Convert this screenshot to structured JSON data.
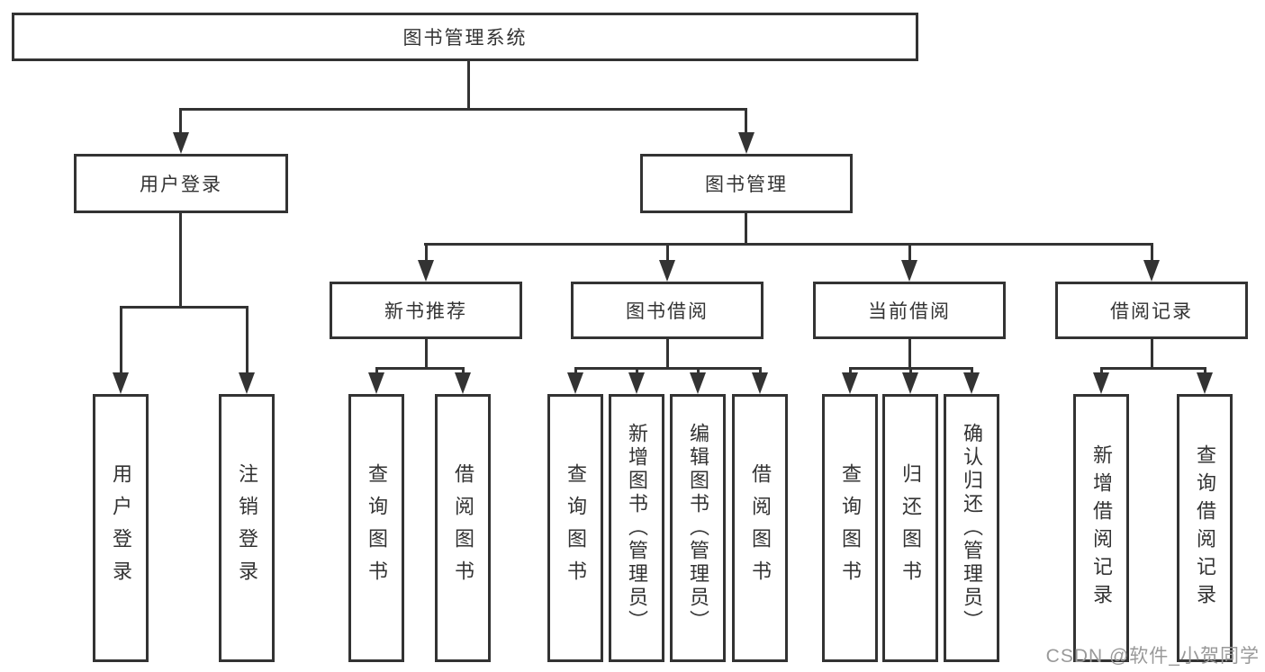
{
  "tree": {
    "label": "图书管理系统",
    "children": [
      {
        "label": "用户登录",
        "children": [
          {
            "label": "用户登录"
          },
          {
            "label": "注销登录"
          }
        ]
      },
      {
        "label": "图书管理",
        "children": [
          {
            "label": "新书推荐",
            "children": [
              {
                "label": "查询图书"
              },
              {
                "label": "借阅图书"
              }
            ]
          },
          {
            "label": "图书借阅",
            "children": [
              {
                "label": "查询图书"
              },
              {
                "label": "新增图书（管理员）"
              },
              {
                "label": "编辑图书（管理员）"
              },
              {
                "label": "借阅图书"
              }
            ]
          },
          {
            "label": "当前借阅",
            "children": [
              {
                "label": "查询图书"
              },
              {
                "label": "归还图书"
              },
              {
                "label": "确认归还（管理员）"
              }
            ]
          },
          {
            "label": "借阅记录",
            "children": [
              {
                "label": "新增借阅记录"
              },
              {
                "label": "查询借阅记录"
              }
            ]
          }
        ]
      }
    ]
  },
  "watermark": {
    "text": "CSDN @软件_小贺同学"
  },
  "colors": {
    "line": "#333333",
    "text": "#333333",
    "background": "#ffffff",
    "watermark": "#999999"
  }
}
